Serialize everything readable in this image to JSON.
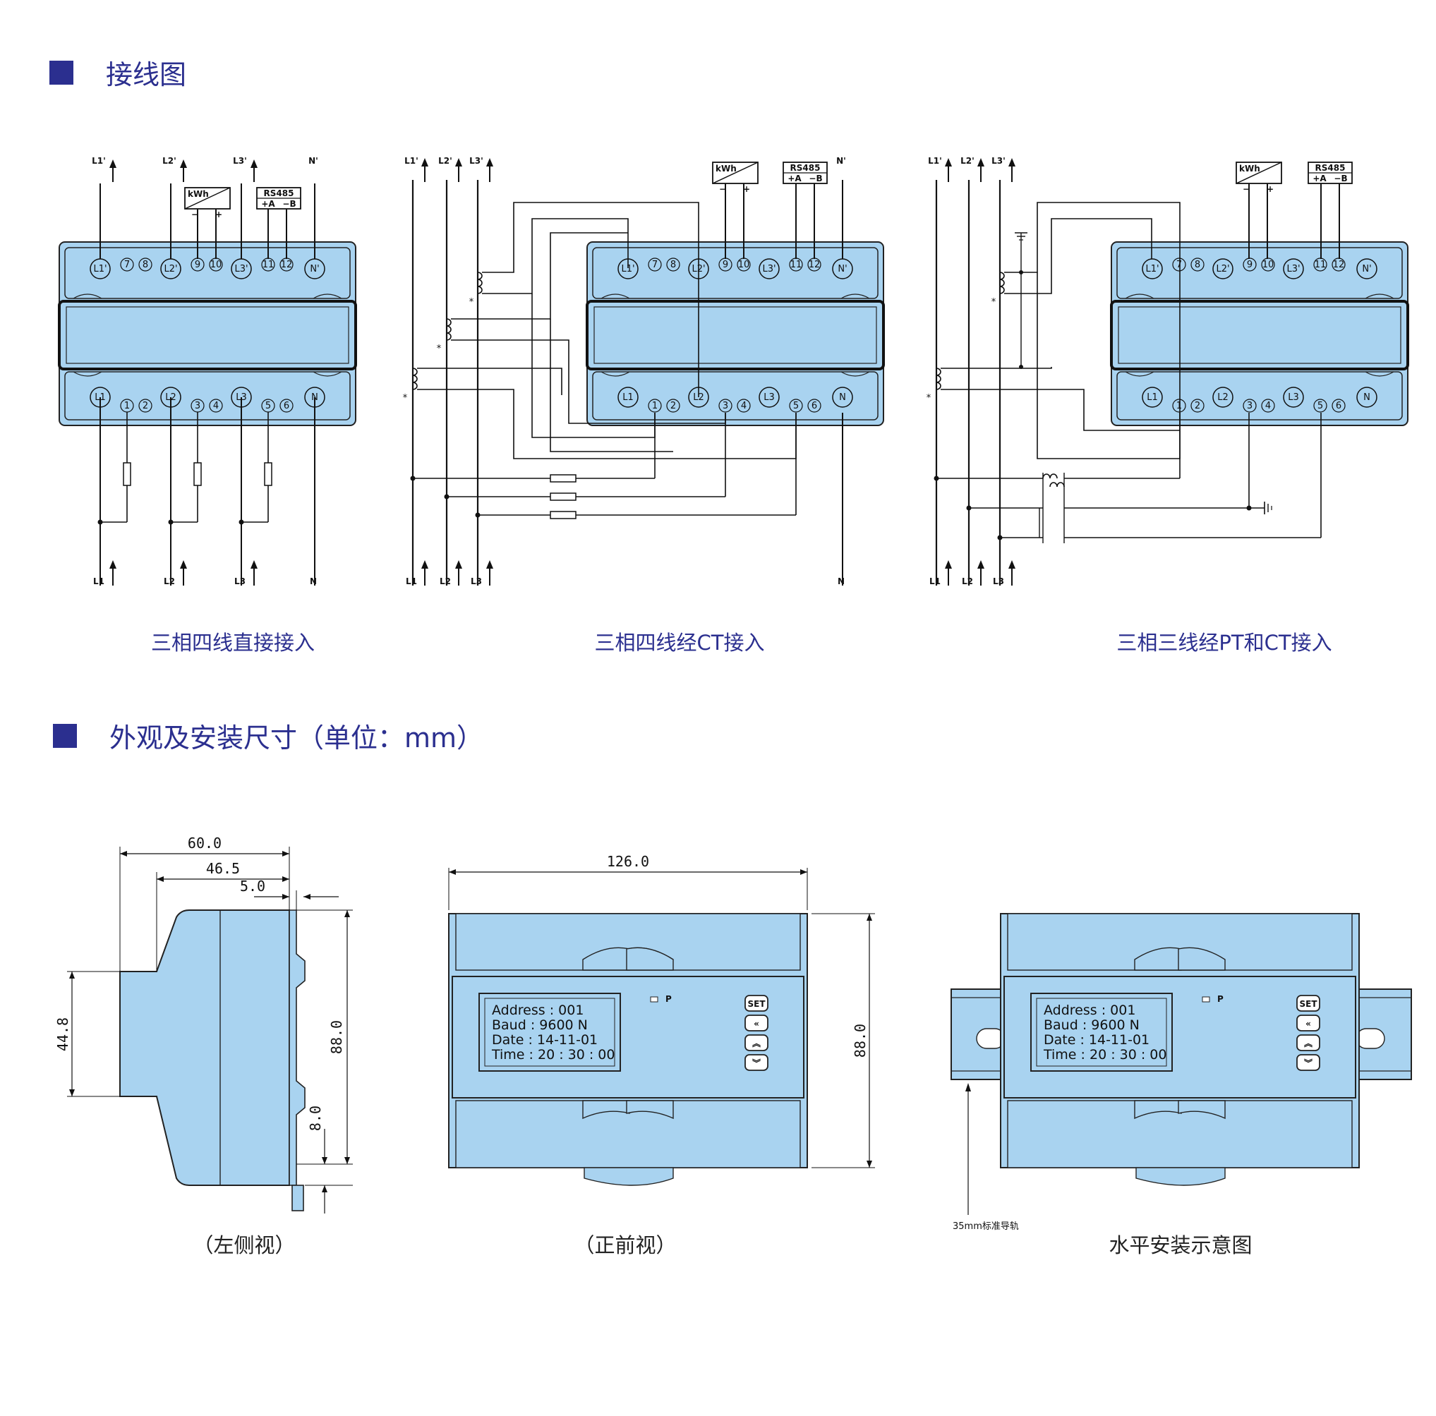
{
  "sections": {
    "wiring_title": "接线图",
    "dimension_title": "外观及安装尺寸（单位：mm）"
  },
  "diagrams": {
    "direct": {
      "caption": "三相四线直接接入"
    },
    "ct": {
      "caption": "三相四线经CT接入"
    },
    "ptct": {
      "caption": "三相三线经PT和CT接入"
    }
  },
  "terminals": {
    "top": [
      "L1'",
      "7",
      "8",
      "L2'",
      "9",
      "10",
      "L3'",
      "11",
      "12",
      "N'"
    ],
    "bottom": [
      "L1",
      "1",
      "2",
      "L2",
      "3",
      "4",
      "L3",
      "5",
      "6",
      "N"
    ]
  },
  "line_labels": {
    "top": [
      "L1'",
      "L2'",
      "L3'",
      "N'"
    ],
    "bottom": [
      "L1",
      "L2",
      "L3",
      "N"
    ]
  },
  "modules": {
    "pulse": {
      "label": "kWh",
      "minus": "−",
      "plus": "+"
    },
    "rs485": {
      "label": "RS485",
      "a": "+A",
      "b": "−B"
    }
  },
  "ct_mark": "*",
  "views": {
    "left_side": {
      "caption": "（左侧视）",
      "dims": {
        "width_total": "60.0",
        "width_body": "46.5",
        "width_rail": "5.0",
        "height_front": "44.8",
        "height_total": "88.0",
        "rail_offset": "8.0"
      }
    },
    "front": {
      "caption": "（正前视）",
      "dims": {
        "width": "126.0",
        "height": "88.0"
      },
      "lcd": [
        "Address : 001",
        "Baud : 9600 N",
        "Date : 14-11-01",
        "Time : 20 : 30 : 00"
      ],
      "led_label": "P",
      "buttons": [
        "SET",
        "«",
        "︽",
        "︾"
      ]
    },
    "horizontal": {
      "caption": "水平安装示意图",
      "rail_label": "35mm标准导轨"
    }
  }
}
